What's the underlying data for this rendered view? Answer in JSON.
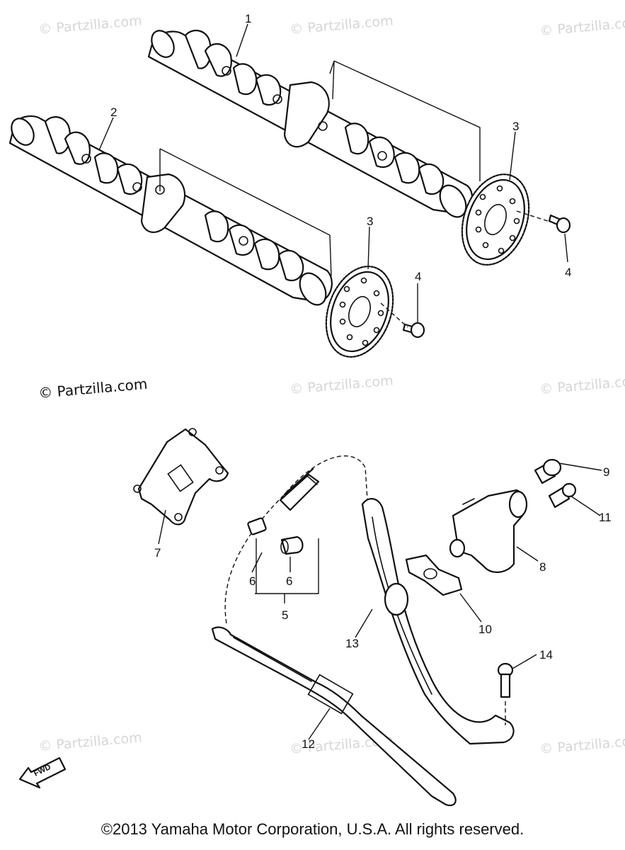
{
  "watermark": {
    "text": "© Partzilla.com"
  },
  "callouts": {
    "c1": "1",
    "c2": "2",
    "c3a": "3",
    "c3b": "3",
    "c4a": "4",
    "c4b": "4",
    "c5": "5",
    "c6a": "6",
    "c6b": "6",
    "c7": "7",
    "c8": "8",
    "c9": "9",
    "c10": "10",
    "c11": "11",
    "c12": "12",
    "c13": "13",
    "c14": "14"
  },
  "fwd_label": "FWD",
  "copyright": "©2013 Yamaha Motor Corporation, U.S.A. All rights reserved."
}
